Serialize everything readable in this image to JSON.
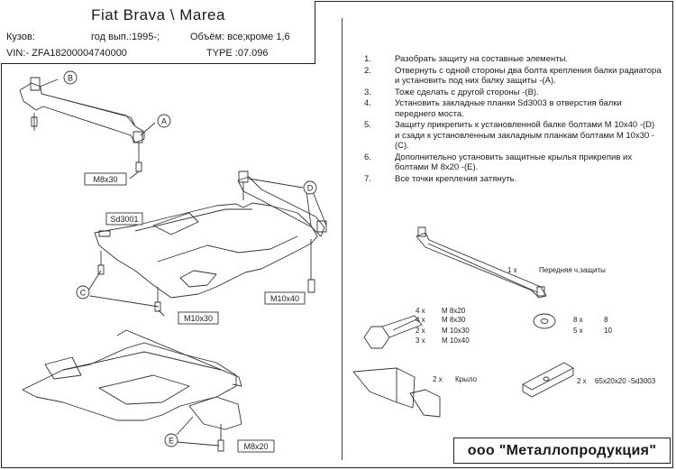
{
  "title_block": {
    "title": "Fiat  Brava \\ Marea",
    "body_label": "Кузов:",
    "year": "год вып.:1995-;",
    "volume": "Объём: все;кроме 1,6",
    "vin": "VIN:-  ZFA18200004740000",
    "type": "TYPE :07.096"
  },
  "instructions": [
    {
      "num": "1.",
      "text": "Разобрать защиту на составные элементы."
    },
    {
      "num": "2.",
      "text": "Отвернуть с одной стороны два болта крепления балки радиатора и установить под них балку защиты -(A)."
    },
    {
      "num": "3.",
      "text": "Тоже сделать с другой стороны -(B)."
    },
    {
      "num": "4.",
      "text": "Установить закладные планки Sd3003 в отверстия балки переднего моста."
    },
    {
      "num": "5.",
      "text": "Защиту прикрепить к установленной балке болтами М 10x40 -(D) и сзади к установленным закладным планкам болтами М 10x30 -(C)."
    },
    {
      "num": "6.",
      "text": "Дополнительно установить защитные крылья прикрепив их болтами М 8x20 -(E)."
    },
    {
      "num": "7.",
      "text": "Все точки крепления затянуть."
    }
  ],
  "callouts": {
    "a": "A",
    "b": "B",
    "c": "C",
    "d": "D",
    "e": "E"
  },
  "bolt_labels": {
    "m8x30": "M8x30",
    "sd3001": "Sd3001",
    "m10x40": "M10x40",
    "m10x30": "M10x30",
    "m8x20": "M8x20"
  },
  "parts": {
    "beam": {
      "qty": "1 x",
      "name": "Передняя ч.защиты"
    },
    "bolts": [
      {
        "qty": "4 x",
        "size": "M 8x20"
      },
      {
        "qty": "4 x",
        "size": "M 8x30"
      },
      {
        "qty": "2 x",
        "size": "M 10x30"
      },
      {
        "qty": "3 x",
        "size": "M 10x40"
      }
    ],
    "washers": [
      {
        "qty": "8 x",
        "size": "8"
      },
      {
        "qty": "5 x",
        "size": "10"
      }
    ],
    "wing": {
      "qty": "2 x",
      "name": "Крыло"
    },
    "plate": {
      "qty": "2 x",
      "name": "65x20x20  -Sd3003"
    }
  },
  "footer": "ооо \"Металлопродукция\""
}
